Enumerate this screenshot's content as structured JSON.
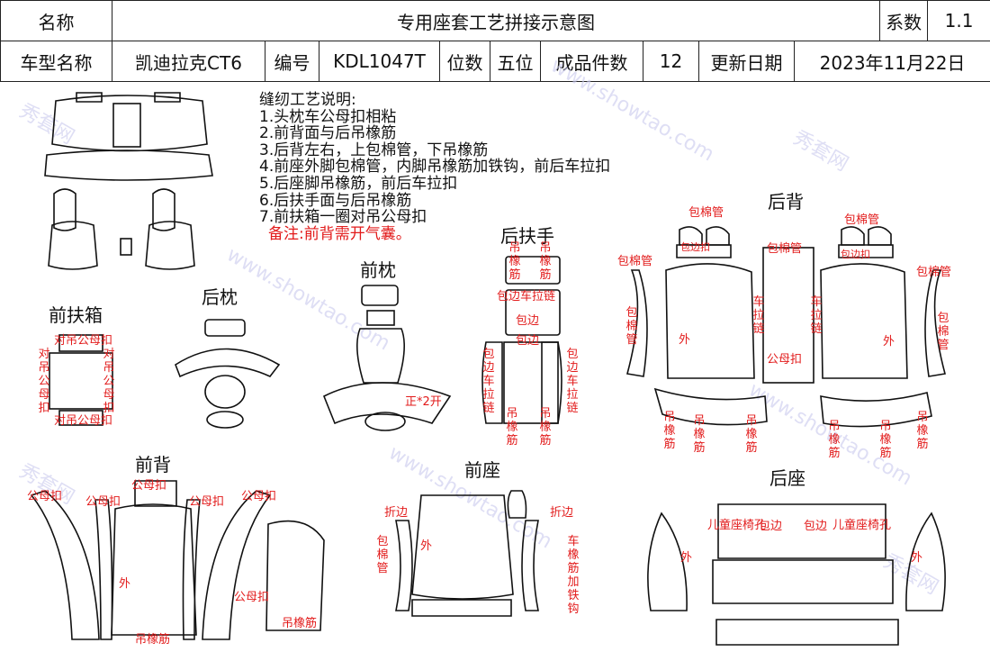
{
  "header": {
    "name_label": "名称",
    "doc_title": "专用座套工艺拼接示意图",
    "coef_label": "系数",
    "coef_value": "1.1",
    "model_label": "车型名称",
    "model_value": "凯迪拉克CT6",
    "code_label": "编号",
    "code_value": "KDL1047T",
    "seats_label": "位数",
    "seats_value": "五位",
    "pieces_label": "成品件数",
    "pieces_value": "12",
    "date_label": "更新日期",
    "date_value": "2023年11月22日"
  },
  "notes": {
    "heading": "缝纫工艺说明:",
    "items": [
      "1.头枕车公母扣相粘",
      "2.前背面与后吊橡筋",
      "3.后背左右，上包棉管，下吊橡筋",
      "4.前座外脚包棉管，内脚吊橡筋加铁钩，前后车拉扣",
      "5.后座脚吊橡筋，前后车拉扣",
      "6.后扶手面与后吊橡筋",
      "7.前扶箱一圈对吊公母扣"
    ],
    "remark": "备注:前背需开气囊。"
  },
  "sections": {
    "front_armbox": "前扶箱",
    "rear_headrest": "后枕",
    "front_headrest": "前枕",
    "rear_armrest": "后扶手",
    "rear_back": "后背",
    "front_back": "前背",
    "front_seat": "前座",
    "rear_seat": "后座"
  },
  "annotations": {
    "dui_diao": "对吊公母扣",
    "zheng2kai": "正*2开",
    "diao_xiang_jin": "吊橡筋",
    "bao_bian_che_la_lian": "包边车拉链",
    "bao_bian": "包边",
    "bao_mian_guan": "包棉管",
    "che_la_lian": "车拉链",
    "wai": "外",
    "gong_mu_kou": "公母扣",
    "zhe_bian": "折边",
    "che_xiang_jin_jia_tie_gou": "车橡筋加铁钩",
    "er_tong_zuo_yi_kong": "儿童座椅孔",
    "bao_bian_kou": "包边扣"
  },
  "watermarks": [
    "秀套网",
    "www.showtao.com"
  ]
}
